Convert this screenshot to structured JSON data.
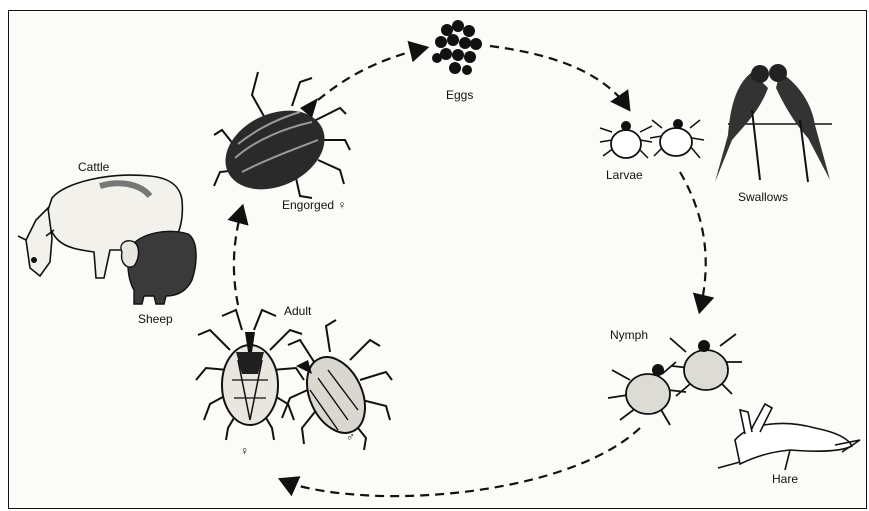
{
  "diagram": {
    "labels": {
      "eggs": "Eggs",
      "larvae": "Larvae",
      "swallows": "Swallows",
      "nymph": "Nymph",
      "hare": "Hare",
      "adult": "Adult",
      "female_symbol": "♀",
      "male_symbol": "♂",
      "sheep": "Sheep",
      "cattle": "Cattle",
      "engorged": "Engorged ♀"
    }
  }
}
